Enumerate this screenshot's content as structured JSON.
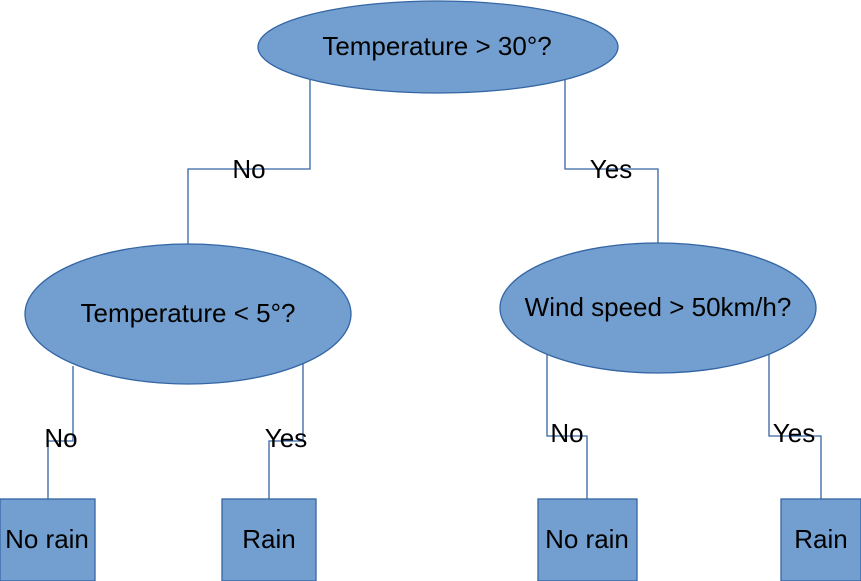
{
  "colors": {
    "node_fill": "#729fcf",
    "node_stroke": "#3465a4",
    "connector": "#3465a4",
    "text": "#000000"
  },
  "nodes": {
    "root": {
      "label": "Temperature > 30°?"
    },
    "cold_check": {
      "label": "Temperature < 5°?"
    },
    "wind_check": {
      "label": "Wind speed > 50km/h?"
    },
    "leaf_1": {
      "label": "No rain"
    },
    "leaf_2": {
      "label": "Rain"
    },
    "leaf_3": {
      "label": "No rain"
    },
    "leaf_4": {
      "label": "Rain"
    }
  },
  "edges": {
    "root_no": {
      "label": "No"
    },
    "root_yes": {
      "label": "Yes"
    },
    "cold_no": {
      "label": "No"
    },
    "cold_yes": {
      "label": "Yes"
    },
    "wind_no": {
      "label": "No"
    },
    "wind_yes": {
      "label": "Yes"
    }
  }
}
